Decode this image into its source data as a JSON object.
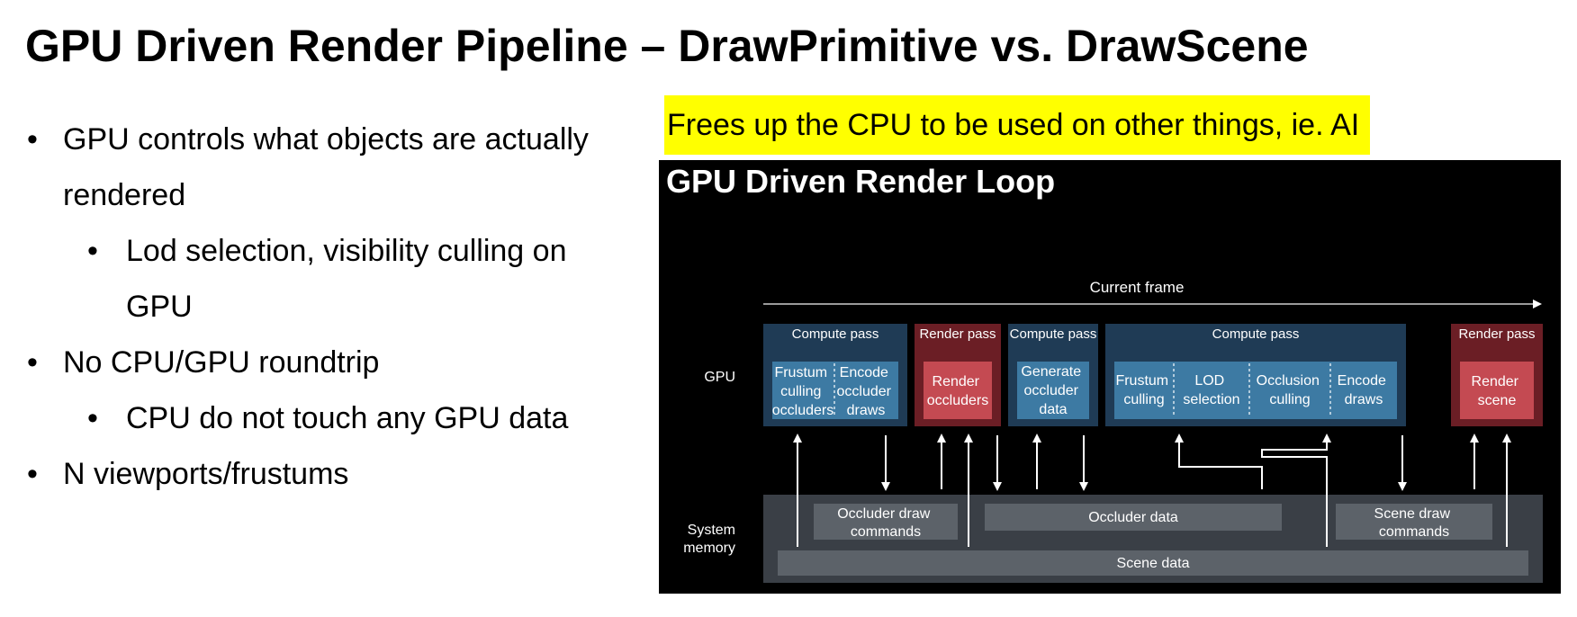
{
  "slide": {
    "title": "GPU Driven Render Pipeline – DrawPrimitive vs. DrawScene",
    "bullet_marker": "•",
    "bullets": [
      {
        "level": 1,
        "text": "GPU controls what objects are actually"
      },
      {
        "level": 1,
        "text": "rendered"
      },
      {
        "level": 2,
        "text": "Lod selection, visibility culling on"
      },
      {
        "level": 2,
        "text": "GPU"
      },
      {
        "level": 1,
        "text": "No CPU/GPU roundtrip"
      },
      {
        "level": 2,
        "text": "CPU do not touch any GPU data"
      },
      {
        "level": 1,
        "text": "N viewports/frustums"
      }
    ],
    "highlight_note": "Frees up the CPU to be used on other things, ie. AI",
    "highlight_color": "#ffff00"
  },
  "diagram": {
    "title": "GPU Driven Render Loop",
    "timeline_label": "Current frame",
    "row_labels": {
      "gpu": "GPU",
      "system_memory": [
        "System",
        "memory"
      ]
    },
    "passes": [
      {
        "label": "Compute pass",
        "kind": "compute",
        "stages": [
          [
            "Frustum",
            "culling",
            "occluders"
          ],
          [
            "Encode",
            "occluder",
            "draws"
          ]
        ]
      },
      {
        "label": "Render pass",
        "kind": "render",
        "stages": [
          [
            "Render",
            "occluders"
          ]
        ]
      },
      {
        "label": "Compute pass",
        "kind": "compute",
        "stages": [
          [
            "Generate",
            "occluder",
            "data"
          ]
        ]
      },
      {
        "label": "Compute pass",
        "kind": "compute",
        "stages": [
          [
            "Frustum",
            "culling"
          ],
          [
            "LOD",
            "selection"
          ],
          [
            "Occlusion",
            "culling"
          ],
          [
            "Encode",
            "draws"
          ]
        ]
      },
      {
        "label": "Render pass",
        "kind": "render",
        "stages": [
          [
            "Render",
            "scene"
          ]
        ]
      }
    ],
    "memory_buffers": [
      [
        "Occluder draw",
        "commands"
      ],
      [
        "Occluder data"
      ],
      [
        "Scene draw",
        "commands"
      ],
      [
        "Scene data"
      ]
    ],
    "colors": {
      "background": "#000000",
      "compute_pass": "#1f3b55",
      "compute_stage": "#3d7aa3",
      "render_pass": "#6b1e25",
      "render_stage": "#c44a52",
      "memory": "#3a3f46",
      "memory_buffer": "#5c6269",
      "text": "#ffffff"
    }
  }
}
